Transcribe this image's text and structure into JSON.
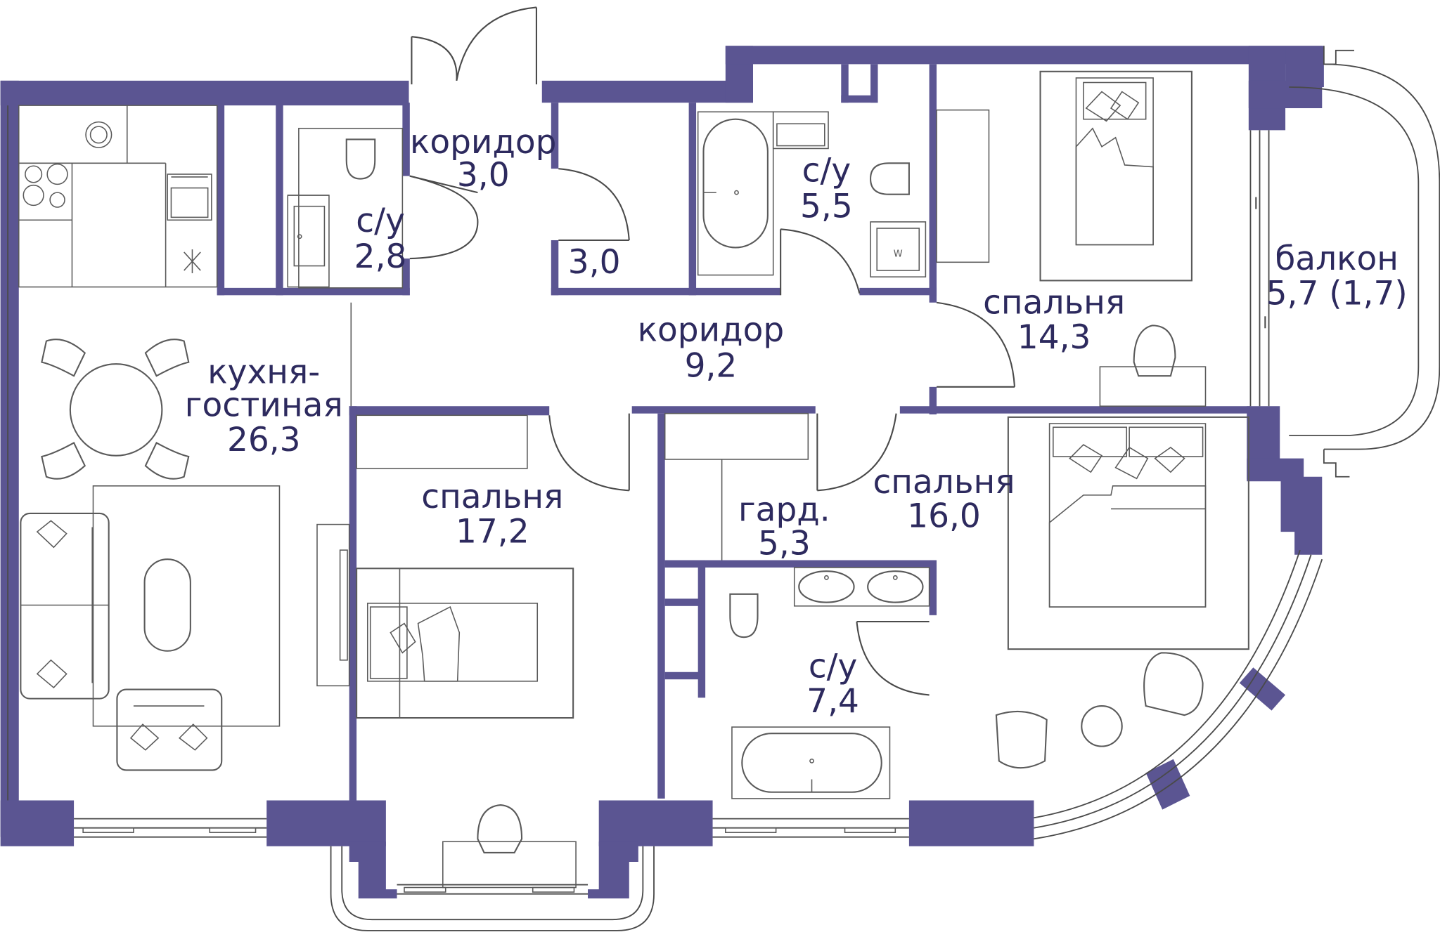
{
  "colors": {
    "wall": "#5b5592",
    "text": "#2d2a5e",
    "furniture": "#5a5a5a"
  },
  "rooms": {
    "corridor_entry": {
      "name": "коридор",
      "area": "3,0"
    },
    "storage": {
      "area": "3,0"
    },
    "wc_small": {
      "name": "с/у",
      "area": "2,8"
    },
    "wc_master": {
      "name": "с/у",
      "area": "5,5"
    },
    "corridor_main": {
      "name": "коридор",
      "area": "9,2"
    },
    "kitchen_living": {
      "name1": "кухня-",
      "name2": "гостиная",
      "area": "26,3"
    },
    "bedroom_north": {
      "name": "спальня",
      "area": "14,3"
    },
    "balcony": {
      "name": "балкон",
      "area": "5,7 (1,7)"
    },
    "bedroom_center": {
      "name": "спальня",
      "area": "17,2"
    },
    "wardrobe": {
      "name": "гард.",
      "area": "5,3"
    },
    "bedroom_east": {
      "name": "спальня",
      "area": "16,0"
    },
    "bath_big": {
      "name": "с/у",
      "area": "7,4"
    }
  }
}
